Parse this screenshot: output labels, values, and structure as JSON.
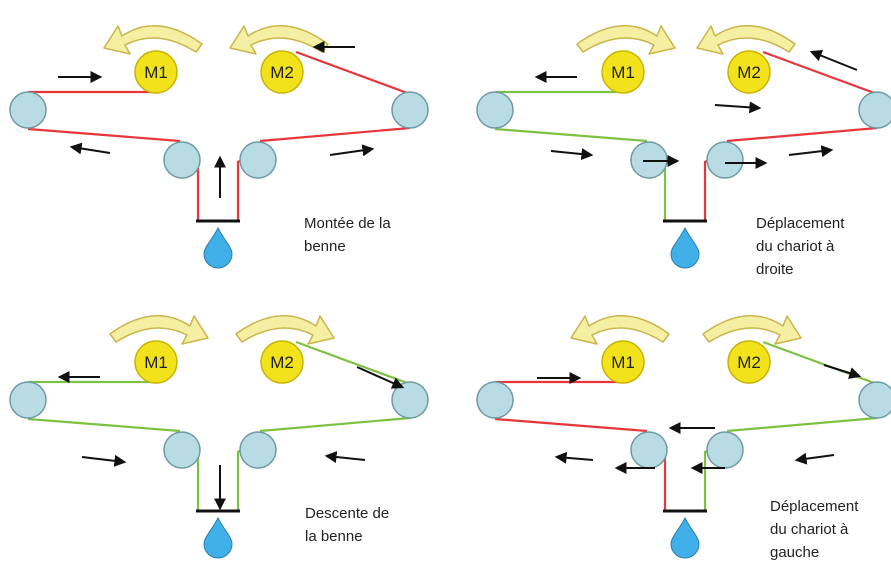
{
  "colors": {
    "cable_tension": "#e8353a",
    "cable_slack": "#7dc142",
    "pulley_fill": "#b9dce4",
    "pulley_stroke": "#6e9aa3",
    "motor_fill": "#f2e21c",
    "motor_stroke": "#c7b400",
    "rotation_arrow_fill": "#f5efa4",
    "rotation_arrow_stroke": "#c9b54a",
    "bucket_drop": "#42b0e8",
    "arrow": "#111111"
  },
  "panels": [
    {
      "id": "montee",
      "motors": [
        {
          "label": "M1",
          "rotation": "counterclockwise"
        },
        {
          "label": "M2",
          "rotation": "counterclockwise"
        }
      ],
      "cable_colors": {
        "left": "tension",
        "right": "tension",
        "hoist_left": "tension",
        "hoist_right": "tension"
      },
      "caption": [
        "Montée de la",
        "benne"
      ]
    },
    {
      "id": "droite",
      "motors": [
        {
          "label": "M1",
          "rotation": "clockwise"
        },
        {
          "label": "M2",
          "rotation": "counterclockwise"
        }
      ],
      "cable_colors": {
        "left": "slack",
        "right": "tension",
        "hoist_left": "slack",
        "hoist_right": "tension"
      },
      "caption": [
        "Déplacement",
        "du chariot à",
        "droite"
      ]
    },
    {
      "id": "descente",
      "motors": [
        {
          "label": "M1",
          "rotation": "clockwise"
        },
        {
          "label": "M2",
          "rotation": "clockwise"
        }
      ],
      "cable_colors": {
        "left": "slack",
        "right": "slack",
        "hoist_left": "slack",
        "hoist_right": "slack"
      },
      "caption": [
        "Descente de",
        "la benne"
      ]
    },
    {
      "id": "gauche",
      "motors": [
        {
          "label": "M1",
          "rotation": "counterclockwise"
        },
        {
          "label": "M2",
          "rotation": "clockwise"
        }
      ],
      "cable_colors": {
        "left": "tension",
        "right": "slack",
        "hoist_left": "tension",
        "hoist_right": "slack"
      },
      "caption": [
        "Déplacement",
        "du chariot à",
        "gauche"
      ]
    }
  ]
}
